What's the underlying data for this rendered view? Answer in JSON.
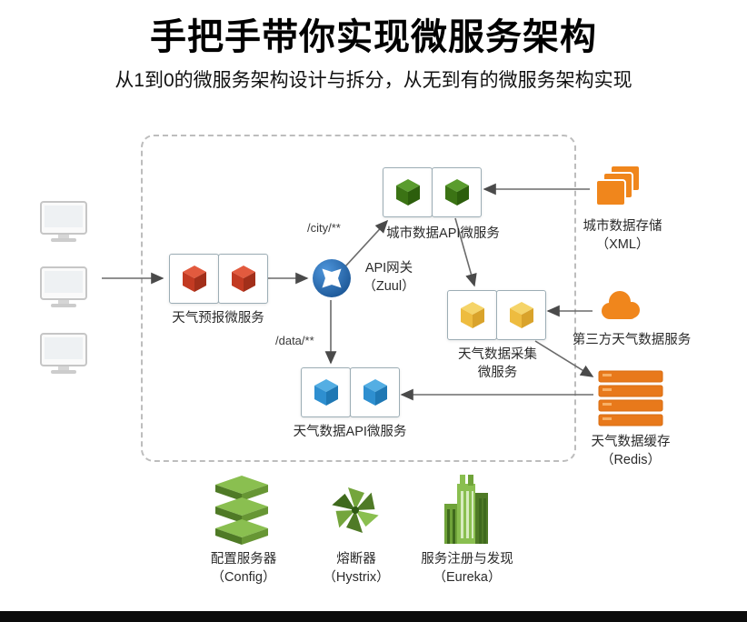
{
  "header": {
    "title": "手把手带你实现微服务架构",
    "subtitle": "从1到0的微服务架构设计与拆分，从无到有的微服务架构实现"
  },
  "diagram": {
    "routes": {
      "city": "/city/**",
      "data": "/data/**"
    },
    "nodes": {
      "weather_forecast": {
        "label": "天气预报微服务"
      },
      "api_gateway": {
        "name": "API网关",
        "tech": "（Zuul）"
      },
      "city_data_api": {
        "label": "城市数据API微服务"
      },
      "weather_collect": {
        "name": "天气数据采集",
        "tech": "微服务"
      },
      "weather_data_api": {
        "label": "天气数据API微服务"
      },
      "city_storage": {
        "name": "城市数据存储",
        "tech": "（XML）"
      },
      "third_party": {
        "label": "第三方天气数据服务"
      },
      "redis_cache": {
        "name": "天气数据缓存",
        "tech": "（Redis）"
      },
      "config_server": {
        "name": "配置服务器",
        "tech": "（Config）"
      },
      "hystrix": {
        "name": "熔断器",
        "tech": "（Hystrix）"
      },
      "eureka": {
        "name": "服务注册与发现",
        "tech": "（Eureka）"
      }
    },
    "palette": {
      "cube_red": "#c23a22",
      "cube_green": "#3b7314",
      "cube_yellow": "#eebc3f",
      "cube_blue": "#2e8fd0",
      "gateway_blue": "#1d5fae",
      "orange_icon": "#f0861c",
      "green_icon": "#74a53c",
      "arrow_gray": "#666666"
    }
  }
}
